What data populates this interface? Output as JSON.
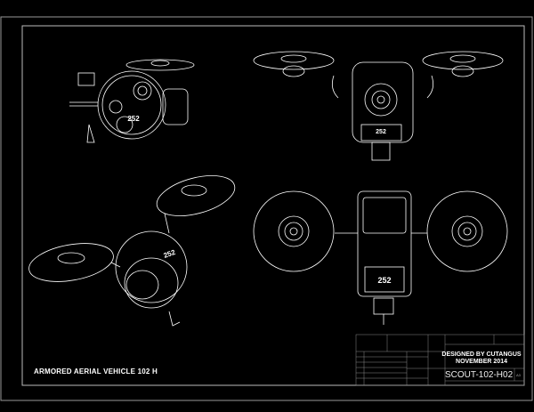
{
  "drawing": {
    "title": "ARMORED AERIAL VEHICLE 102 H",
    "designer_line1": "DESIGNED BY CUTANGUS",
    "designer_line2": "NOVEMBER 2014",
    "drawing_number": "SCOUT-102-H02",
    "sheet_size": "A3",
    "body_marking": "252"
  },
  "colors": {
    "background": "#000000",
    "lines": "#ffffff",
    "frame": "#bbbbbb"
  }
}
